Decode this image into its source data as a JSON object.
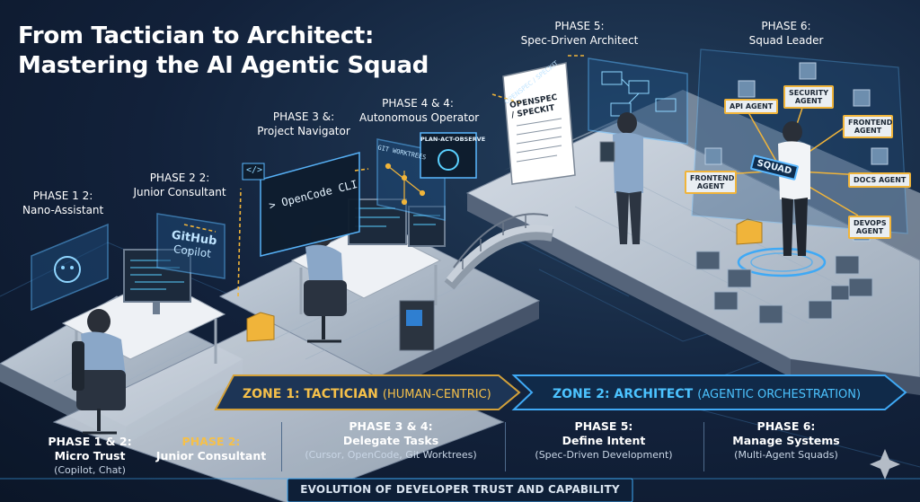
{
  "title": {
    "line1": "From Tactician to Architect:",
    "line2": "Mastering the AI Agentic Squad"
  },
  "scene_labels": {
    "p1": {
      "phase": "PHASE 1 2:",
      "name": "Nano-Assistant"
    },
    "p2": {
      "phase": "PHASE 2 2:",
      "name": "Junior Consultant"
    },
    "p3": {
      "phase": "PHASE 3 &:",
      "name": "Project Navigator"
    },
    "p4": {
      "phase": "PHASE 4 & 4:",
      "name": "Autonomous Operator"
    },
    "p5": {
      "phase": "PHASE 5:",
      "name": "Spec-Driven Architect"
    },
    "p6": {
      "phase": "PHASE 6:",
      "name": "Squad Leader"
    }
  },
  "screens": {
    "github": "GitHub",
    "copilot": "Copilot",
    "cli_prompt": "> OpenCode CLI",
    "cli_code": "</>",
    "git_worktrees": "GIT WORKTREES",
    "plan_act": "PLAN-ACT-OBSERVE",
    "openspec_doc": "OPENSPEC / SPECKIT",
    "openspec_banner": "OPENSPEC / SPECKIT"
  },
  "agents": {
    "center": "SQUAD",
    "security": "SECURITY AGENT",
    "api": "API AGENT",
    "frontend_top": "FRONTEND AGENT",
    "frontend_left": "FRONTEND AGENT",
    "docs": "DOCS AGENT",
    "devops": "DEVOPS AGENT"
  },
  "zones": {
    "zone1_strong": "ZONE 1: TACTICIAN",
    "zone1_light": "(HUMAN-CENTRIC)",
    "zone2_strong": "ZONE 2: ARCHITECT",
    "zone2_light": "(AGENTIC ORCHESTRATION)"
  },
  "bottom": {
    "col1": {
      "t1": "PHASE 1 & 2:",
      "t2": "Micro Trust",
      "t3": "(Copilot, Chat)"
    },
    "col2": {
      "t1": "PHASE 2:",
      "t2": "Junior Consultant"
    },
    "col3": {
      "t1": "PHASE 3 & 4:",
      "t2": "Delegate Tasks",
      "t3": "(Cursor, OpenCode, Git Worktrees)"
    },
    "col4": {
      "t1": "PHASE 5:",
      "t2": "Define Intent",
      "t3": "(Spec-Driven Development)"
    },
    "col5": {
      "t1": "PHASE 6:",
      "t2": "Manage Systems",
      "t3": "(Multi-Agent Squads)"
    }
  },
  "footer": "EVOLUTION OF DEVELOPER TRUST AND CAPABILITY",
  "colors": {
    "accent_blue": "#3fa9f5",
    "accent_gold": "#f0b43a",
    "zone1_text": "#f5c04a",
    "zone2_text": "#4cc3ff"
  }
}
